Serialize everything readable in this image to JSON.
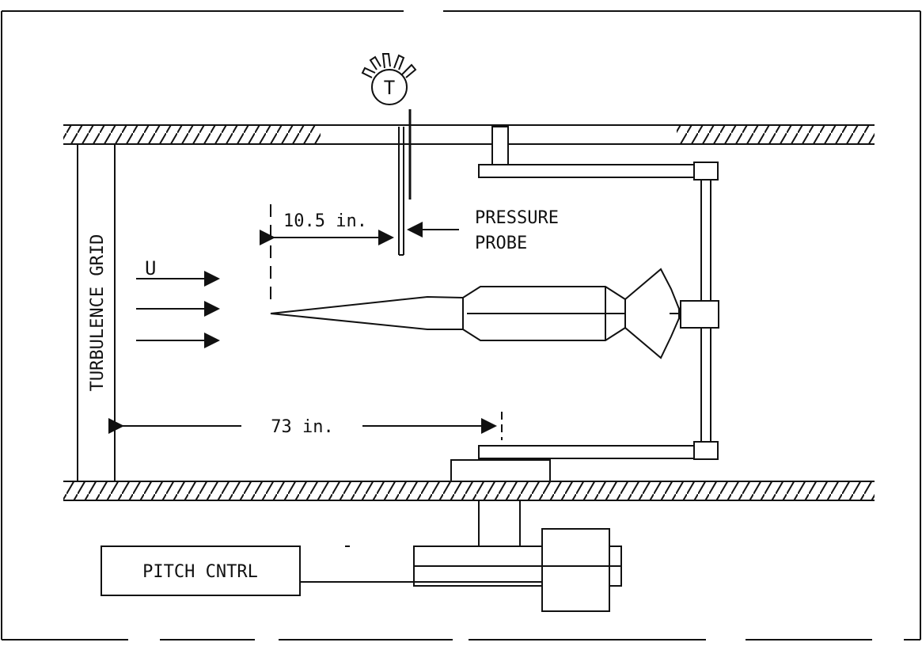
{
  "labels": {
    "grid": "TURBULENCE GRID",
    "probe_distance": "10.5 in.",
    "probe_line1": "PRESSURE",
    "probe_line2": "PROBE",
    "freestream": "U",
    "grid_distance": "73 in.",
    "pitch_control": "PITCH CNTRL",
    "sensor": "T"
  },
  "icons": {
    "sensor": "thermocouple-sensor-icon",
    "flow": "arrow-right-icon"
  },
  "colors": {
    "ink": "#111111",
    "paper": "#ffffff"
  }
}
